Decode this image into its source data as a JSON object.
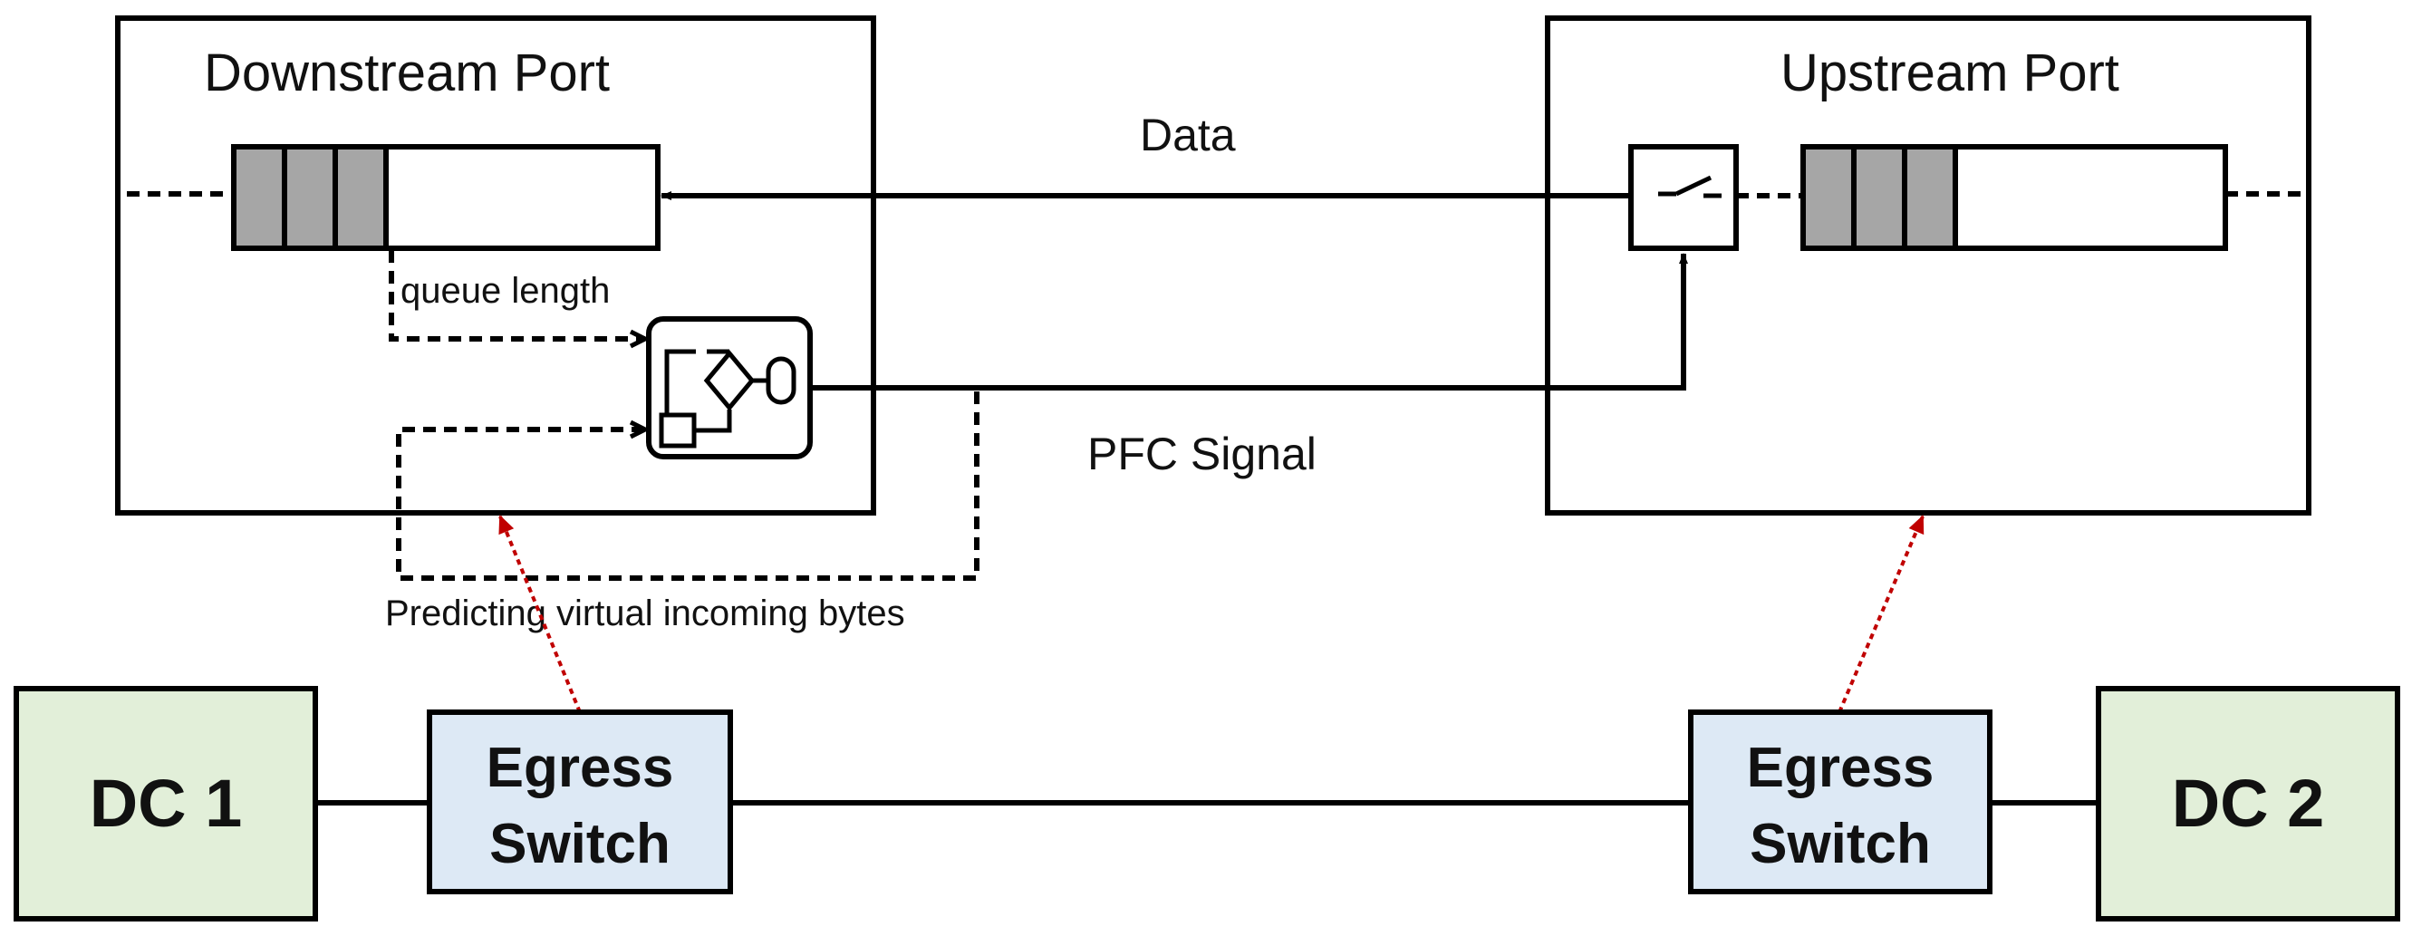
{
  "downstream_port": {
    "title": "Downstream Port"
  },
  "upstream_port": {
    "title": "Upstream Port"
  },
  "links": {
    "data_label": "Data",
    "pfc_label": "PFC Signal",
    "queue_length_label": "queue length",
    "predicting_label": "Predicting virtual incoming bytes"
  },
  "egress_switch_left": {
    "line1": "Egress",
    "line2": "Switch"
  },
  "egress_switch_right": {
    "line1": "Egress",
    "line2": "Switch"
  },
  "dc_left": {
    "label": "DC 1"
  },
  "dc_right": {
    "label": "DC 2"
  },
  "colors": {
    "dc_fill": "#e2efd9",
    "switch_fill": "#dde9f5",
    "queue_cell": "#a6a6a6",
    "hint_arrow": "#c00000",
    "line": "#000000"
  },
  "icons": {
    "controller": "flowchart-controller-icon",
    "switch": "switch-toggle-icon"
  }
}
